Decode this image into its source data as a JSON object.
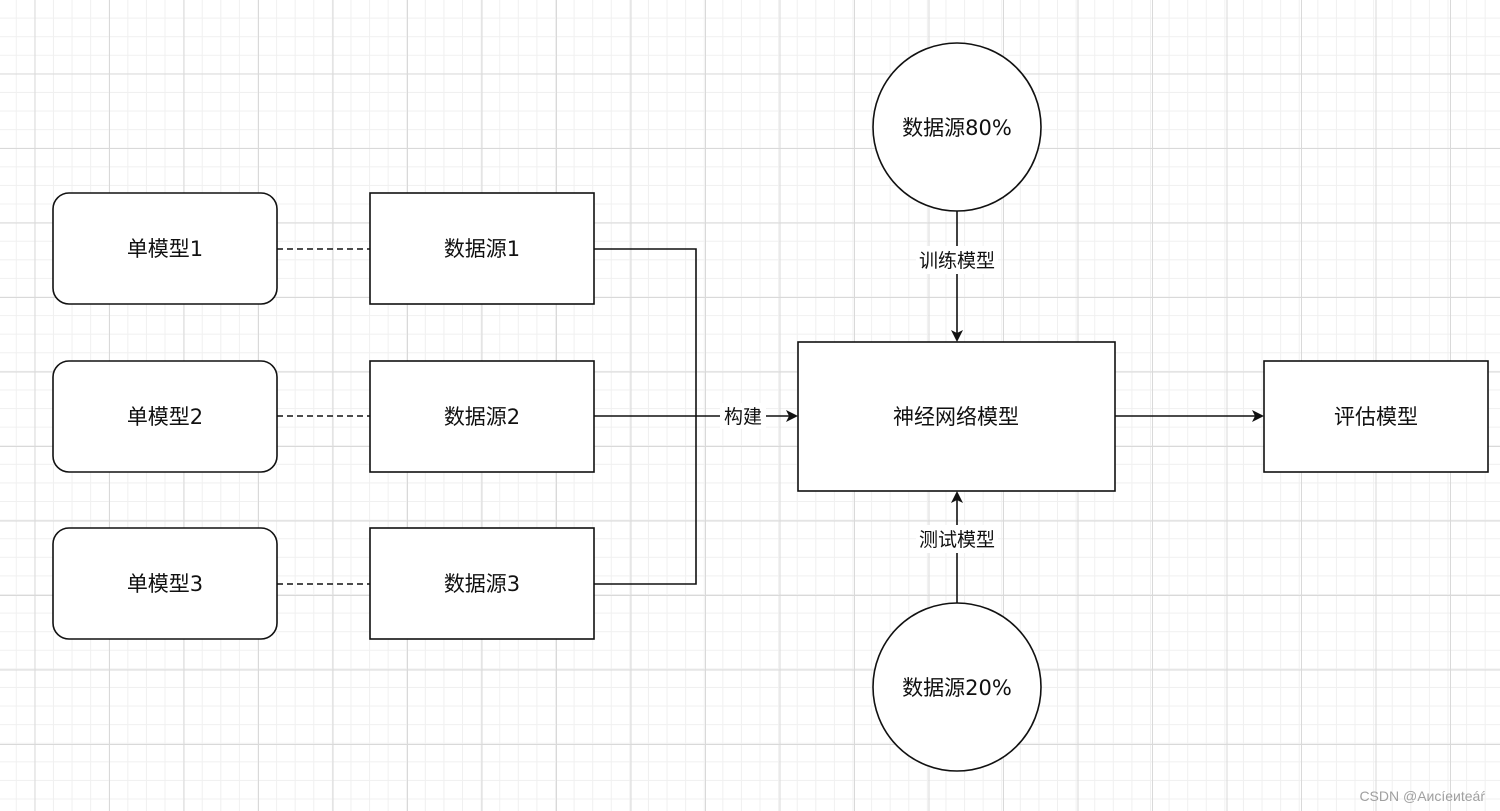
{
  "nodes": {
    "single_model_1": "单模型1",
    "single_model_2": "单模型2",
    "single_model_3": "单模型3",
    "data_source_1": "数据源1",
    "data_source_2": "数据源2",
    "data_source_3": "数据源3",
    "data_source_80": "数据源80%",
    "data_source_20": "数据源20%",
    "neural_network_model": "神经网络模型",
    "evaluate_model": "评估模型"
  },
  "edge_labels": {
    "build": "构建",
    "train_model": "训练模型",
    "test_model": "测试模型"
  },
  "watermark": "CSDN @Aиcíeиteáŕ",
  "colors": {
    "stroke": "#111111",
    "fill": "#ffffff",
    "grid": "#d9d9d9"
  }
}
